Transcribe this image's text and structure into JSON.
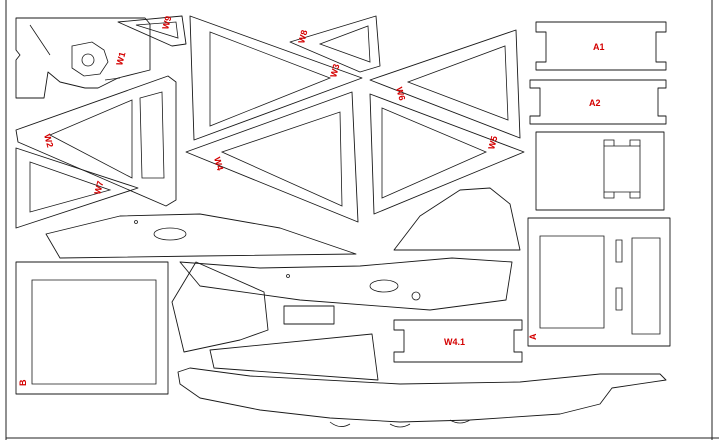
{
  "sheet": {
    "colors": {
      "outline": "#1a1a1a",
      "label": "#d40000",
      "background": "#ffffff"
    },
    "labels": {
      "w1": "W1",
      "w2": "W2",
      "w3": "W3",
      "w4": "W4",
      "w5": "W5",
      "w6": "W6",
      "w7": "W7",
      "w8": "W8",
      "w9": "W9",
      "w4_1": "W4.1",
      "a": "A",
      "a1": "A1",
      "a2": "A2",
      "b": "B"
    }
  }
}
